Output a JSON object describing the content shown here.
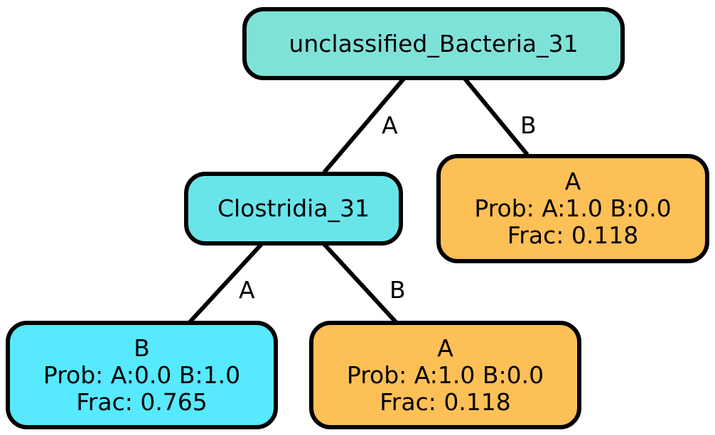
{
  "colors": {
    "internal_node": "#7FE2D9",
    "clostridia_node": "#69E5EA",
    "leaf_b": "#57E9FE",
    "leaf_a": "#FDC057",
    "stroke": "#000000"
  },
  "nodes": {
    "root": {
      "label": "unclassified_Bacteria_31"
    },
    "clostridia": {
      "label": "Clostridia_31"
    },
    "leaf_right": {
      "class": "A",
      "prob": "Prob: A:1.0 B:0.0",
      "frac": "Frac: 0.118"
    },
    "leaf_left": {
      "class": "B",
      "prob": "Prob: A:0.0 B:1.0",
      "frac": "Frac: 0.765"
    },
    "leaf_mid": {
      "class": "A",
      "prob": "Prob: A:1.0 B:0.0",
      "frac": "Frac: 0.118"
    }
  },
  "edges": {
    "root_to_clostridia": "A",
    "root_to_leaf_right": "B",
    "clostridia_to_leaf_left": "A",
    "clostridia_to_leaf_mid": "B"
  }
}
